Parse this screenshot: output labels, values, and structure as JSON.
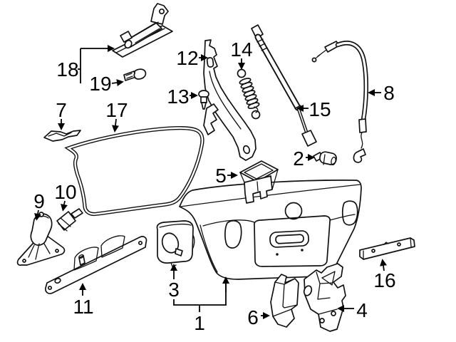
{
  "diagram": {
    "kind": "exploded-parts-diagram",
    "subject": "trunk-lid-components",
    "background_color": "#ffffff",
    "line_color": "#111111",
    "label_color": "#000000",
    "callouts": [
      {
        "number": "18",
        "target": "license-plate-lamp-assembly"
      },
      {
        "number": "19",
        "target": "license-plate-lamp-bulb"
      },
      {
        "number": "12",
        "target": "trunk-hinge-arm"
      },
      {
        "number": "13",
        "target": "clip"
      },
      {
        "number": "14",
        "target": "hinge-tension-spring"
      },
      {
        "number": "15",
        "target": "lift-support-strut"
      },
      {
        "number": "8",
        "target": "release-cable"
      },
      {
        "number": "2",
        "target": "stopper-cushion"
      },
      {
        "number": "7",
        "target": "retainer-bracket"
      },
      {
        "number": "17",
        "target": "trunk-weatherstrip"
      },
      {
        "number": "5",
        "target": "striker-guide-block"
      },
      {
        "number": "9",
        "target": "lock-cylinder-assembly"
      },
      {
        "number": "10",
        "target": "lock-cylinder"
      },
      {
        "number": "11",
        "target": "license-finish-molding"
      },
      {
        "number": "3",
        "target": "lock-bezel-trim"
      },
      {
        "number": "1",
        "target": "trunk-lid-panel"
      },
      {
        "number": "16",
        "target": "reinforcement-strip"
      },
      {
        "number": "6",
        "target": "latch-cover"
      },
      {
        "number": "4",
        "target": "trunk-latch"
      }
    ]
  }
}
